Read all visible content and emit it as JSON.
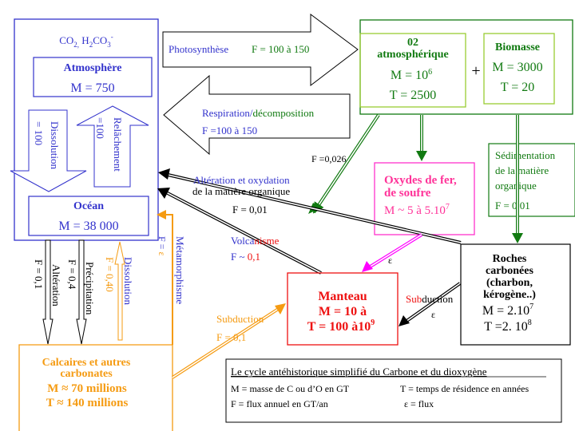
{
  "colors": {
    "blue": "#3333cc",
    "green": "#117a11",
    "lightgreen": "#99cc33",
    "magenta": "#ff33cc",
    "pink": "#ff3399",
    "red": "#ee1111",
    "orange": "#f59b12",
    "black": "#000000"
  },
  "atmosphere_block": {
    "species": {
      "co2": "CO",
      "co2_sub": "2,",
      "h2co3": " H",
      "h2co3_sub1": "2",
      "h2co3_mid": "CO",
      "h2co3_sub2": "3",
      "h2co3_sup": "-"
    },
    "title": "Atmosphère",
    "mass": "M = 750"
  },
  "ocean": {
    "title": "Océan",
    "mass": "M = 38 000"
  },
  "dissolution_arrow": {
    "label": "Dissolution",
    "value": "= 100"
  },
  "relachement_arrow": {
    "label": "Relâchement",
    "value": "=100"
  },
  "photosynthese": {
    "label": "Photosynthèse",
    "value": "F = 100 à 150"
  },
  "respiration": {
    "label_a": "Respiration/",
    "label_b": "décomposition",
    "value": "F =100 à 150"
  },
  "o2_box": {
    "line1": "02",
    "line2": "atmosphérique",
    "mass": "M = 10",
    "mass_exp": "6",
    "time": "T = 2500"
  },
  "plus_sign": "+",
  "biomasse": {
    "title": "Biomasse",
    "mass": "M = 3000",
    "time": "T = 20"
  },
  "flux_0026": "F =0,026",
  "oxydes": {
    "line1": "Oxydes de fer,",
    "line2": "de soufre",
    "mass": "M ~ 5 à 5.10",
    "mass_exp": "7"
  },
  "sedimentation": {
    "line1": "Sédimentation",
    "line2": "de la matière",
    "line3": "organique",
    "value": "F = 0,01"
  },
  "alteration_oxydation": {
    "line1": "Altération et oxydation",
    "line2": "de la matière organique",
    "value": "F = 0,01"
  },
  "volcanisme": {
    "label_a": "Volca",
    "label_b": "nisme",
    "value_a": "F ~ ",
    "value_b": "0,1"
  },
  "epsilon_magenta": "ε",
  "manteau": {
    "title": "Manteau",
    "mass": "M = 10 à",
    "time": "T = 100 à10",
    "time_exp": "9"
  },
  "subduction_right": {
    "label_a": "Sub",
    "label_b": "duction",
    "value": "ε"
  },
  "roches": {
    "line1": "Roches",
    "line2": "carbonées",
    "line3": "(charbon,",
    "line4": "kérogène..)",
    "mass": "M = 2.10",
    "mass_exp": "7",
    "time": "T =2. 10",
    "time_exp": "8"
  },
  "ocean_outflows": {
    "alteration": {
      "label": "Altération",
      "value": "F = 0,1"
    },
    "precipitation": {
      "label": "Précipitation",
      "value": "F = 0,4"
    },
    "dissolution": {
      "label": "Dissolution",
      "value": "F = 0,40"
    }
  },
  "metamorphisme": {
    "label": "Métamorphisme",
    "value": "F = ε"
  },
  "subduction_left": {
    "label": "Subduction",
    "value": "F = 0,1"
  },
  "calcaires": {
    "line1": "Calcaires et autres",
    "line2": "carbonates",
    "mass": "M ≈ 70 millions",
    "time": "T ≈ 140 millions"
  },
  "legend": {
    "title": "Le cycle antéhistorique simplifié du Carbone et du dioxygène",
    "m_def": "M = masse de C ou d’O en GT",
    "t_def": "T = temps de résidence en années",
    "f_def": "F = flux annuel en GT/an",
    "eps_def": "ε = flux"
  }
}
